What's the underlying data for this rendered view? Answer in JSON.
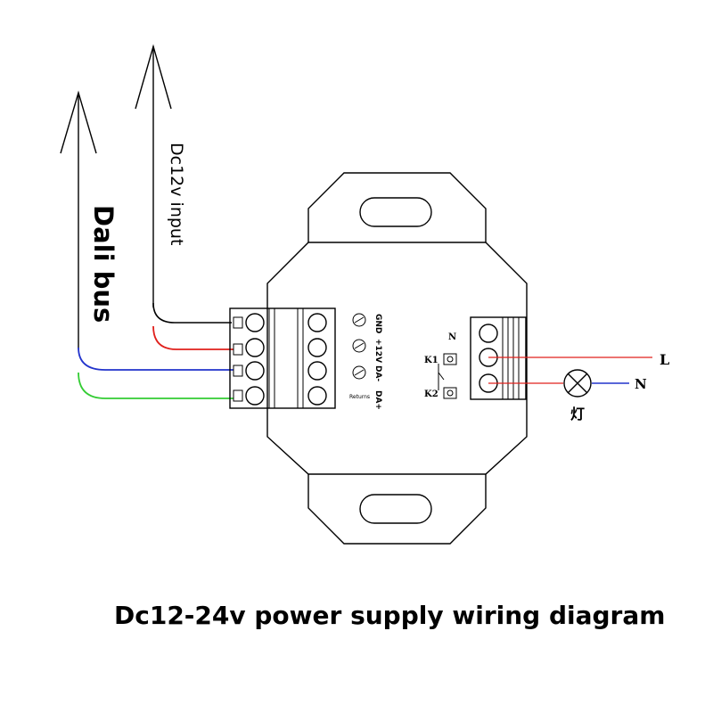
{
  "labels": {
    "dali_bus": "Dali bus",
    "dc12v_input": "Dc12v input",
    "terminal_gnd": "GND",
    "terminal_12v": "+12V",
    "terminal_da_minus": "DA-",
    "terminal_da_plus": "DA+",
    "returns": "Returns",
    "relay_n": "N",
    "relay_k1": "K1",
    "relay_k2": "K2",
    "line_l": "L",
    "line_n": "N",
    "lamp": "灯"
  },
  "caption": "Dc12-24v power supply wiring diagram",
  "colors": {
    "black_wire": "#000000",
    "red_wire": "#e0201c",
    "blue_wire": "#2233cc",
    "green_wire": "#33cc33"
  }
}
